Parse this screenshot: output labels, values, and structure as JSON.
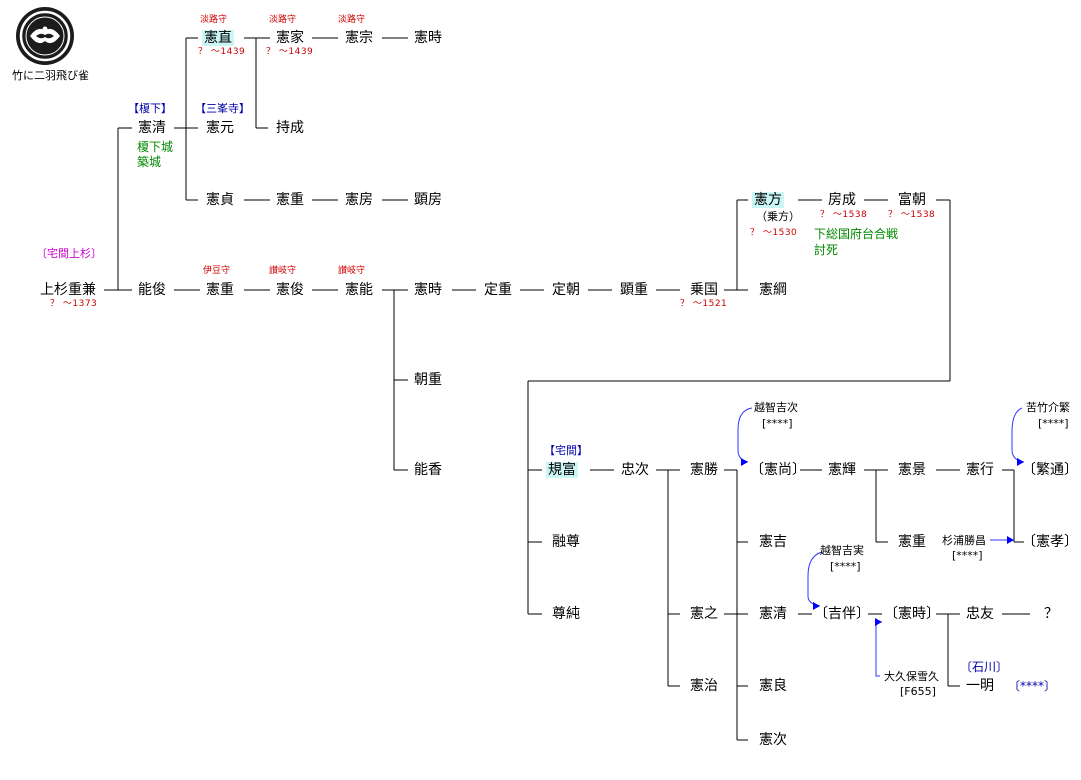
{
  "crest": {
    "caption": "竹に二羽飛び雀"
  },
  "annotations": {
    "takuma_uesugi": "〔宅間上杉〕",
    "enokishita": "【榎下】",
    "sanbonji": "【三峯寺】",
    "takuma": "【宅間】",
    "castle": "榎下城",
    "castle2": "築城",
    "battle": "下総国府台合戦",
    "battle2": "討死",
    "ishikawa": "〔石川〕",
    "stars_blue": "〔****〕"
  },
  "titles": {
    "t1": "淡路守",
    "t2": "淡路守",
    "t3": "淡路守",
    "t4": "伊豆守",
    "t5": "讃岐守",
    "t6": "讃岐守"
  },
  "dates": {
    "d1": "？ ～1439",
    "d2": "？ ～1439",
    "d3": "？ ～1373",
    "d4": "？ ～1521",
    "d5": "？ ～1530",
    "d6": "？ ～1538",
    "d7": "？ ～1538"
  },
  "people": {
    "p1": "上杉重兼",
    "p2": "能俊",
    "p3": "憲重",
    "p4": "憲俊",
    "p5": "憲能",
    "p6": "憲時",
    "p7": "定重",
    "p8": "定朝",
    "p9": "顕重",
    "p10": "乗国",
    "p11": "憲綱",
    "p12": "朝重",
    "p13": "能香",
    "p14": "憲清",
    "p15": "憲直",
    "p16": "憲家",
    "p17": "憲宗",
    "p18": "憲時",
    "p19": "憲元",
    "p20": "持成",
    "p21": "憲貞",
    "p22": "憲重",
    "p23": "憲房",
    "p24": "顕房",
    "p25": "憲方",
    "p25_alias": "（乗方）",
    "p26": "房成",
    "p27": "富朝",
    "p28": "規富",
    "p29": "融尊",
    "p30": "尊純",
    "p31": "忠次",
    "p32": "憲勝",
    "p33": "憲之",
    "p34": "憲治",
    "p35": "〔憲尚〕",
    "p36": "憲吉",
    "p37": "憲清",
    "p38": "憲良",
    "p39": "憲次",
    "p40": "憲輝",
    "p41": "憲景",
    "p42": "憲重",
    "p43": "憲行",
    "p44": "〔繁通〕",
    "p45": "〔憲孝〕",
    "p46": "杉浦勝昌",
    "p46_id": "[****]",
    "p47": "〔吉伴〕",
    "p48": "〔憲時〕",
    "p49": "忠友",
    "p50": "？",
    "p51": "一明"
  },
  "sources": {
    "s1": "越智吉次",
    "s1_id": "[****]",
    "s2": "苦竹介繁",
    "s2_id": "[****]",
    "s3": "越智吉実",
    "s3_id": "[****]",
    "s4": "大久保雪久",
    "s4_id": "[F655]"
  }
}
